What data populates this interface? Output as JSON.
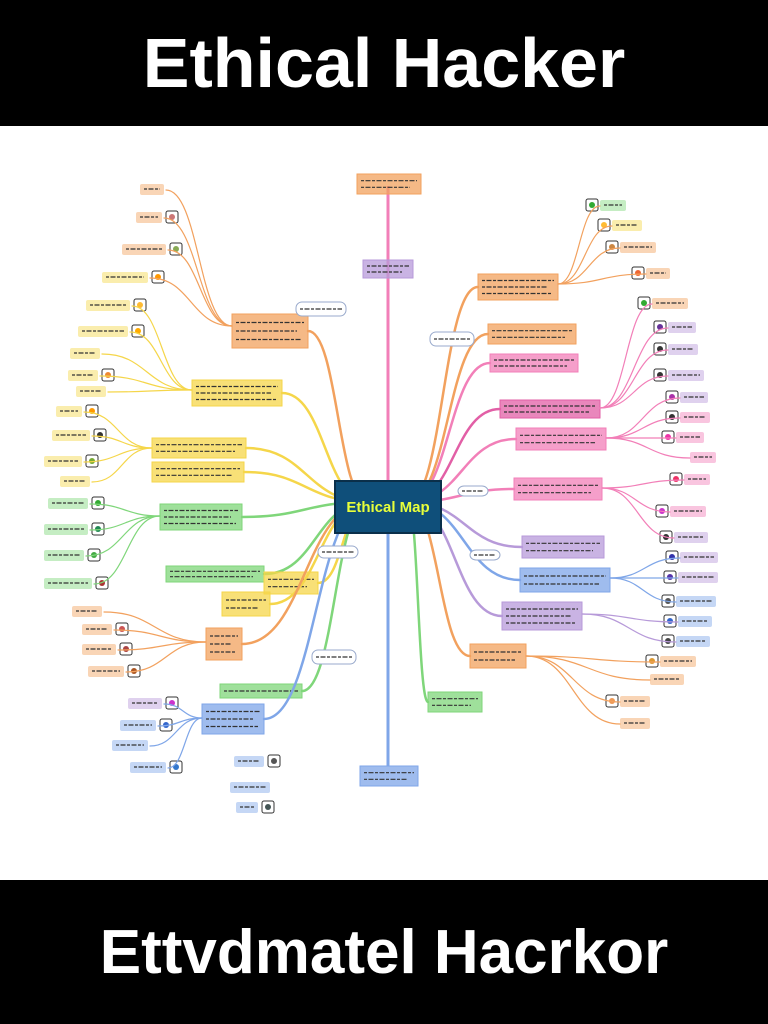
{
  "header": {
    "title": "Ethical Hacker"
  },
  "footer": {
    "title": "Ettvdmatel Hacrkor"
  },
  "mindmap": {
    "center_label": "Ethical Map",
    "colors": {
      "orange": "#f2a15e",
      "purple": "#b79ad9",
      "pink": "#f27fb8",
      "yellow": "#f5d64a",
      "green": "#7fd67a",
      "teal": "#5fc8c0",
      "blue": "#7fa6e8",
      "magenta": "#e25fa6",
      "center": "#0f4f7a"
    }
  }
}
